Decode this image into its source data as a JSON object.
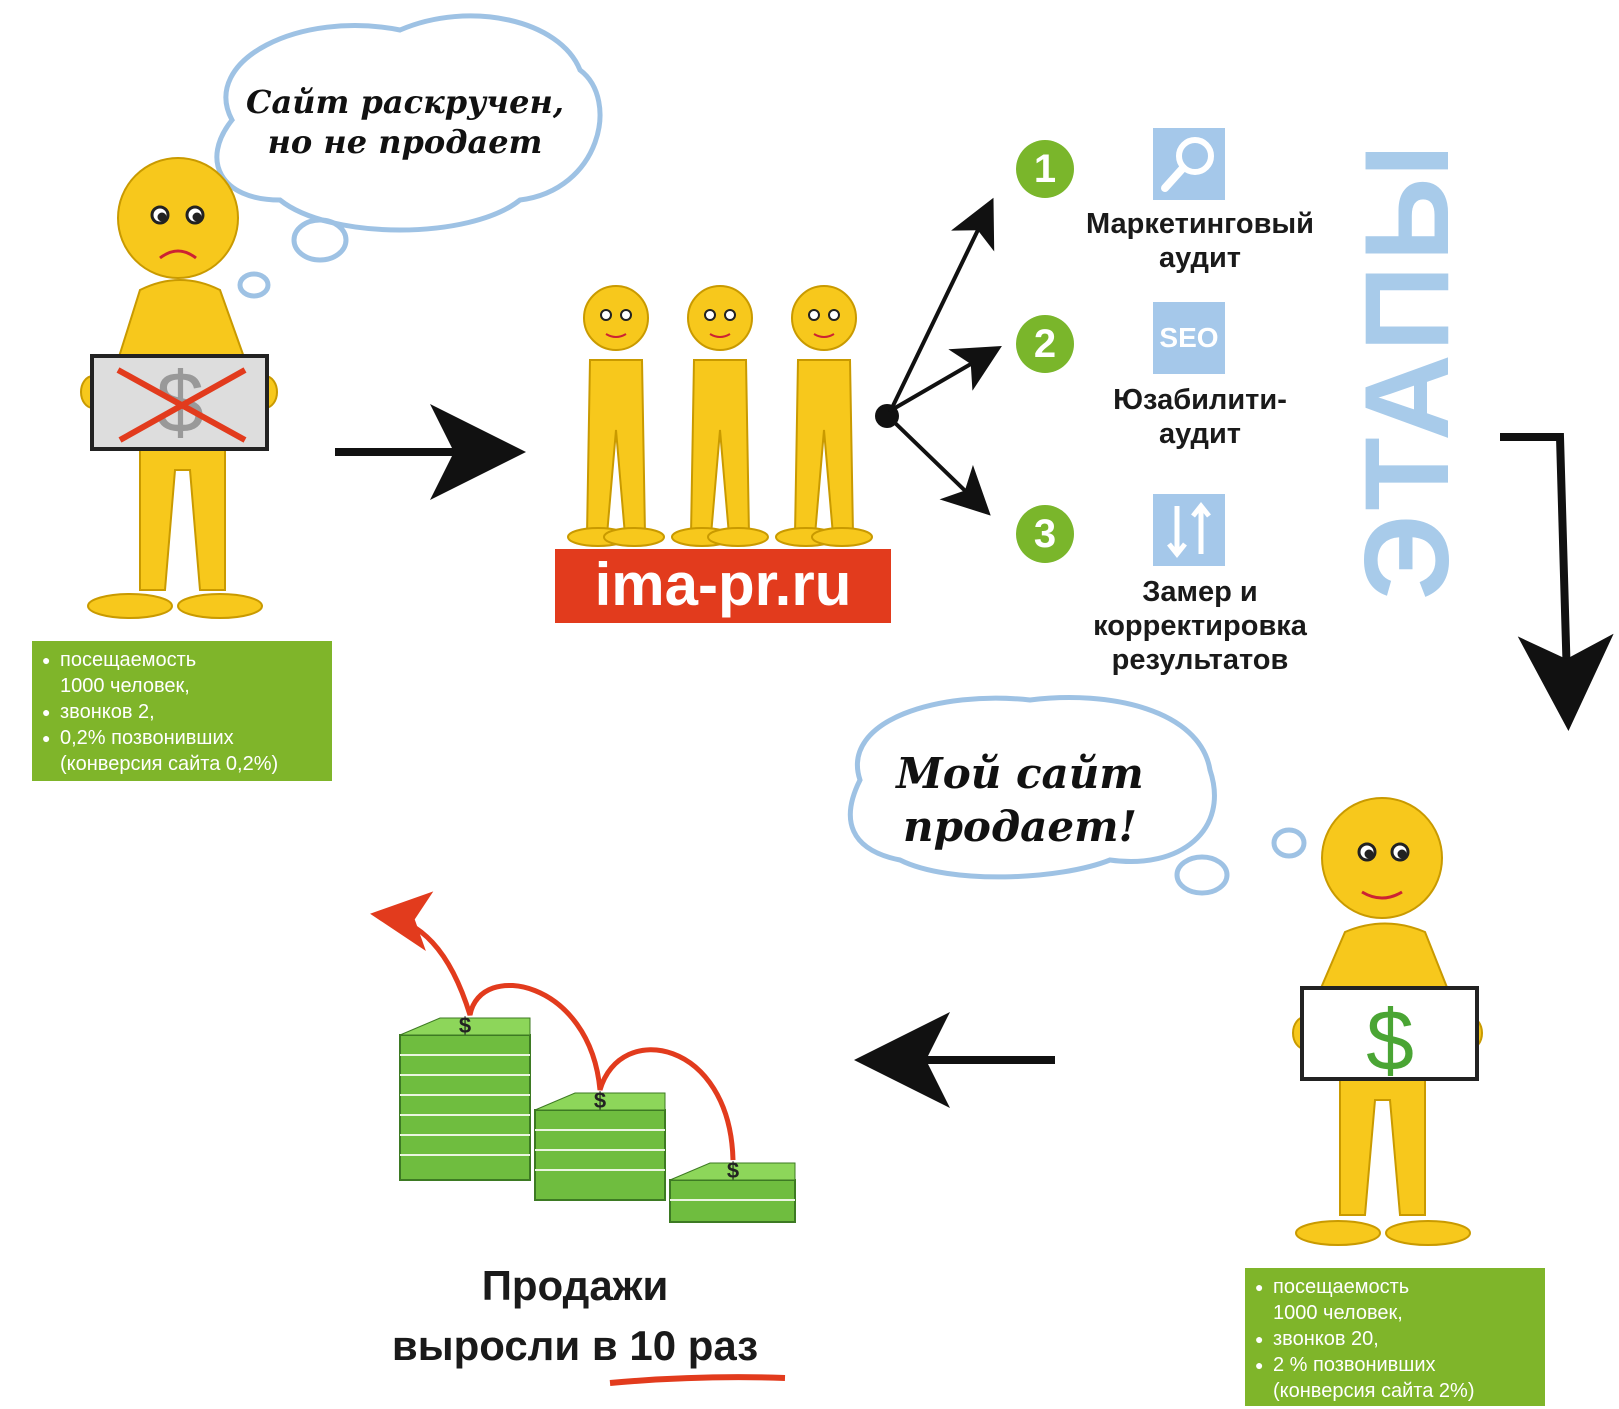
{
  "bubble_before": {
    "line1": "Сайт раскручен,",
    "line2": "но не продает"
  },
  "bubble_after": {
    "line1": "Мой сайт",
    "line2": "продает!"
  },
  "stats_before": [
    "посещаемость",
    "1000 человек,",
    "звонков 2,",
    "0,2% позвонивших",
    "(конверсия сайта 0,2%)"
  ],
  "stats_after": [
    "посещаемость",
    "1000 человек,",
    "звонков 20,",
    "2 % позвонивших",
    "(конверсия сайта 2%)"
  ],
  "brand": "ima-pr.ru",
  "stages_heading": "ЭТАПЫ",
  "stages": [
    {
      "number": "1",
      "icon": "magnifier-icon",
      "line1": "Маркетинговый",
      "line2": "аудит",
      "line3": ""
    },
    {
      "number": "2",
      "icon_text": "SEO",
      "icon": "seo-icon",
      "line1": "Юзабилити-",
      "line2": "аудит",
      "line3": ""
    },
    {
      "number": "3",
      "icon": "up-down-arrows-icon",
      "line1": "Замер и",
      "line2": "корректировка",
      "line3": "результатов"
    }
  ],
  "sales": {
    "line1": "Продажи",
    "line2": "выросли в 10 раз"
  },
  "colors": {
    "green": "#7fb52a",
    "red": "#e23b1d",
    "yellow": "#f7c81c",
    "light_blue": "#a8cbea"
  }
}
